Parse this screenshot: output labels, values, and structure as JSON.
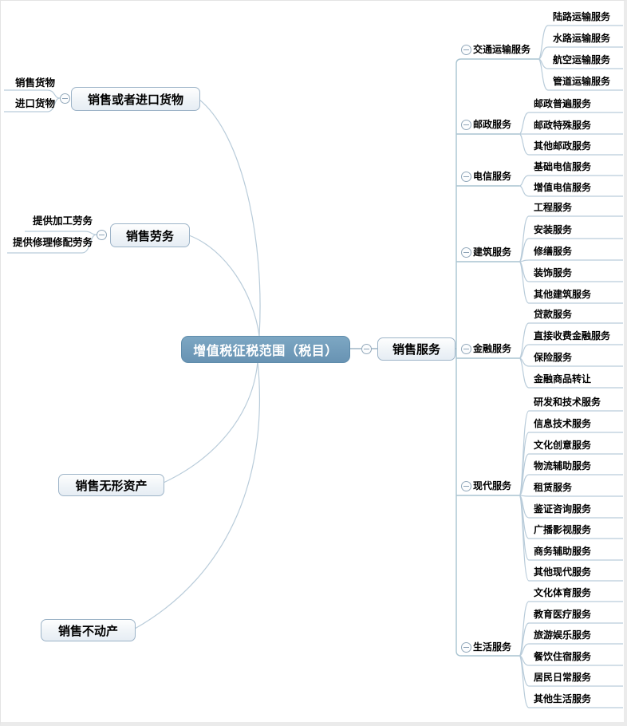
{
  "root": {
    "label": "增值税征税范围（税目）"
  },
  "left": [
    {
      "label": "销售或者进口货物",
      "children": [
        "销售货物",
        "进口货物"
      ]
    },
    {
      "label": "销售劳务",
      "children": [
        "提供加工劳务",
        "提供修理修配劳务"
      ]
    },
    {
      "label": "销售无形资产",
      "children": []
    },
    {
      "label": "销售不动产",
      "children": []
    }
  ],
  "right": {
    "label": "销售服务",
    "categories": [
      {
        "label": "交通运输服务",
        "children": [
          "陆路运输服务",
          "水路运输服务",
          "航空运输服务",
          "管道运输服务"
        ]
      },
      {
        "label": "邮政服务",
        "children": [
          "邮政普遍服务",
          "邮政特殊服务",
          "其他邮政服务"
        ]
      },
      {
        "label": "电信服务",
        "children": [
          "基础电信服务",
          "增值电信服务"
        ]
      },
      {
        "label": "建筑服务",
        "children": [
          "工程服务",
          "安装服务",
          "修缮服务",
          "装饰服务",
          "其他建筑服务"
        ]
      },
      {
        "label": "金融服务",
        "children": [
          "贷款服务",
          "直接收费金融服务",
          "保险服务",
          "金融商品转让"
        ]
      },
      {
        "label": "现代服务",
        "children": [
          "研发和技术服务",
          "信息技术服务",
          "文化创意服务",
          "物流辅助服务",
          "租赁服务",
          "鉴证咨询服务",
          "广播影视服务",
          "商务辅助服务",
          "其他现代服务"
        ]
      },
      {
        "label": "生活服务",
        "children": [
          "文化体育服务",
          "教育医疗服务",
          "旅游娱乐服务",
          "餐饮住宿服务",
          "居民日常服务",
          "其他生活服务"
        ]
      }
    ]
  },
  "icons": {
    "collapse": "minus-circle"
  },
  "colors": {
    "central_fill": "#6f9dbb",
    "central_text": "#ffffff",
    "node_border": "#9db4c8",
    "connector": "#b9ccda",
    "text": "#000000",
    "background": "#ffffff"
  }
}
